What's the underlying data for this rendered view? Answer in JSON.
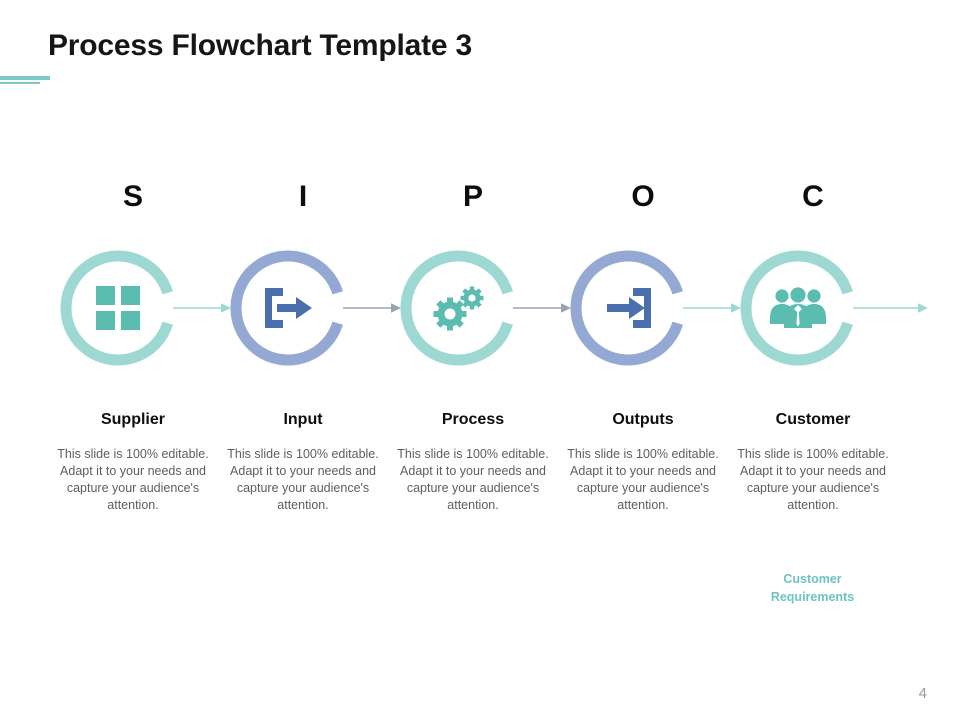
{
  "slide": {
    "title": "Process Flowchart Template 3",
    "page_number": "4",
    "accent_teal": "#9dd9d2",
    "accent_teal_dark": "#5bbcb0",
    "accent_blue": "#93a9d4",
    "accent_blue_dark": "#4a6fad",
    "rule_color": "#7fc6c6",
    "body_text_color": "#5e5e5e"
  },
  "body_text": "This slide is 100% editable. Adapt it to your needs and capture your audience's attention.",
  "steps": [
    {
      "letter": "S",
      "label": "Supplier",
      "icon": "grid-squares-icon",
      "ring_color": "#9dd9d2",
      "icon_color": "#5bbcb0",
      "arrow_color": "#9dd9d2",
      "body": "This slide is 100% editable. Adapt it to your needs and capture your audience's attention."
    },
    {
      "letter": "I",
      "label": "Input",
      "icon": "logout-arrow-icon",
      "ring_color": "#93a9d4",
      "icon_color": "#4a6fad",
      "arrow_color": "#9aa3b5",
      "body": "This slide is 100% editable. Adapt it to your needs and capture your audience's attention."
    },
    {
      "letter": "P",
      "label": "Process",
      "icon": "gears-icon",
      "ring_color": "#9dd9d2",
      "icon_color": "#5bbcb0",
      "arrow_color": "#9aa3b5",
      "body": "This slide is 100% editable. Adapt it to your needs and capture your audience's attention."
    },
    {
      "letter": "O",
      "label": "Outputs",
      "icon": "login-arrow-icon",
      "ring_color": "#93a9d4",
      "icon_color": "#4a6fad",
      "arrow_color": "#9dd9d2",
      "body": "This slide is 100% editable. Adapt it to your needs and capture your audience's attention."
    },
    {
      "letter": "C",
      "label": "Customer",
      "icon": "people-group-icon",
      "ring_color": "#9dd9d2",
      "icon_color": "#5bbcb0",
      "arrow_color": "#9dd9d2",
      "body": "This slide is 100% editable. Adapt it to your needs and capture your audience's attention."
    }
  ],
  "footnote": "Customer Requirements"
}
